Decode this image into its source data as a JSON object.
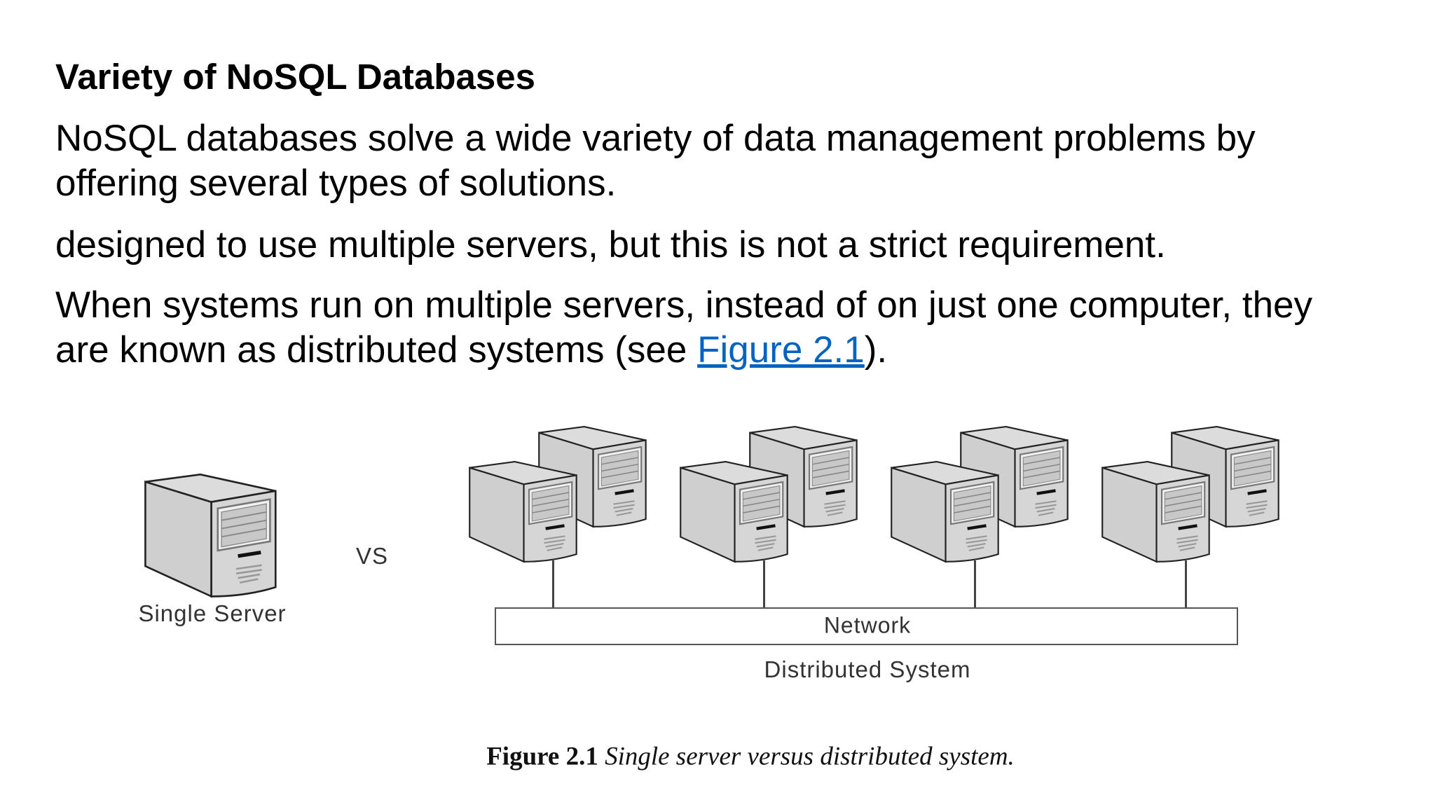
{
  "heading": "Variety of NoSQL Databases",
  "paragraphs": {
    "p1": "NoSQL databases solve a wide variety of data management problems by",
    "p1b": "offering several types of solutions.",
    "p2": "designed to use multiple servers, but this is not a strict requirement.",
    "p3a": "When systems run on multiple servers, instead of on just one computer, they",
    "p3b": "are known as distributed systems (see ",
    "p3_link": "Figure 2.1",
    "p3c": ")."
  },
  "figure": {
    "single_label": "Single Server",
    "vs_label": "VS",
    "network_label": "Network",
    "distributed_label": "Distributed System",
    "caption_num": "Figure 2.1",
    "caption_text": "Single server versus distributed system."
  },
  "colors": {
    "link": "#0563c1",
    "server_fill": "#d9d9d9"
  }
}
